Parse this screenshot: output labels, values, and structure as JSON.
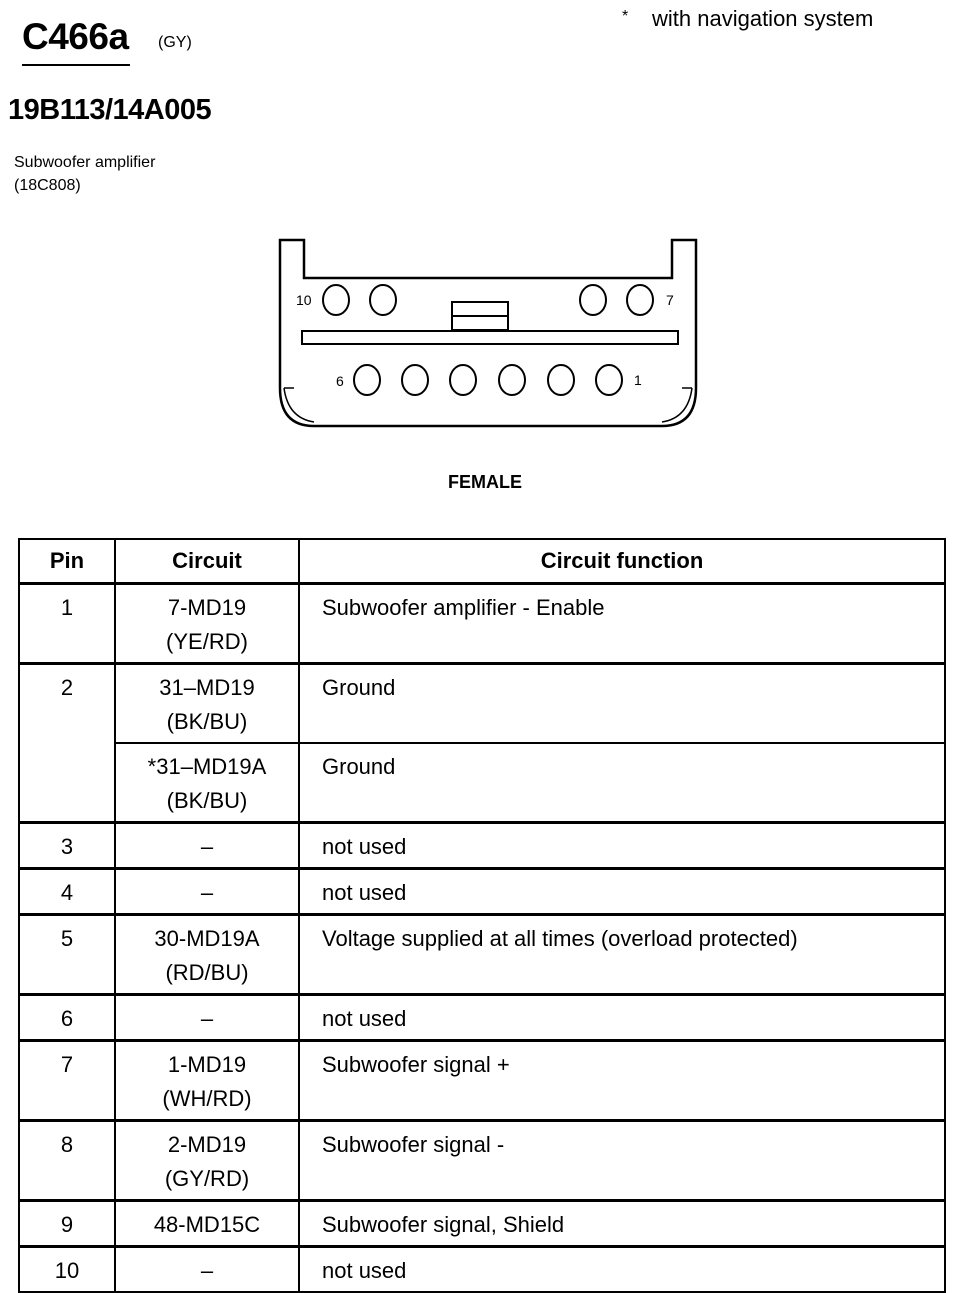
{
  "header": {
    "connector_id": "C466a",
    "connector_color": "(GY)",
    "note_symbol": "*",
    "note_text": "with navigation system",
    "part_number": "19B113/14A005",
    "component_name": "Subwoofer amplifier",
    "component_code": "(18C808)"
  },
  "diagram": {
    "top_left_label": "10",
    "top_right_label": "7",
    "bottom_left_label": "6",
    "bottom_right_label": "1",
    "gender": "FEMALE"
  },
  "table": {
    "headers": [
      "Pin",
      "Circuit",
      "Circuit function"
    ],
    "rows": [
      {
        "pin": "1",
        "circuit": "7-MD19",
        "wire": "(YE/RD)",
        "function": "Subwoofer amplifier  - Enable"
      },
      {
        "pin": "2",
        "circuit": "31–MD19",
        "wire": "(BK/BU)",
        "function": "Ground"
      },
      {
        "pin": "",
        "circuit": "*31–MD19A",
        "wire": "(BK/BU)",
        "function": "Ground"
      },
      {
        "pin": "3",
        "circuit": "–",
        "wire": "",
        "function": "not used"
      },
      {
        "pin": "4",
        "circuit": "–",
        "wire": "",
        "function": "not used"
      },
      {
        "pin": "5",
        "circuit": "30-MD19A",
        "wire": "(RD/BU)",
        "function": "Voltage supplied at all times (overload protected)"
      },
      {
        "pin": "6",
        "circuit": "–",
        "wire": "",
        "function": "not used"
      },
      {
        "pin": "7",
        "circuit": "1-MD19",
        "wire": "(WH/RD)",
        "function": "Subwoofer signal +"
      },
      {
        "pin": "8",
        "circuit": "2-MD19",
        "wire": "(GY/RD)",
        "function": "Subwoofer signal -"
      },
      {
        "pin": "9",
        "circuit": "48-MD15C",
        "wire": "",
        "function": "Subwoofer signal, Shield"
      },
      {
        "pin": "10",
        "circuit": "–",
        "wire": "",
        "function": "not used"
      }
    ]
  }
}
